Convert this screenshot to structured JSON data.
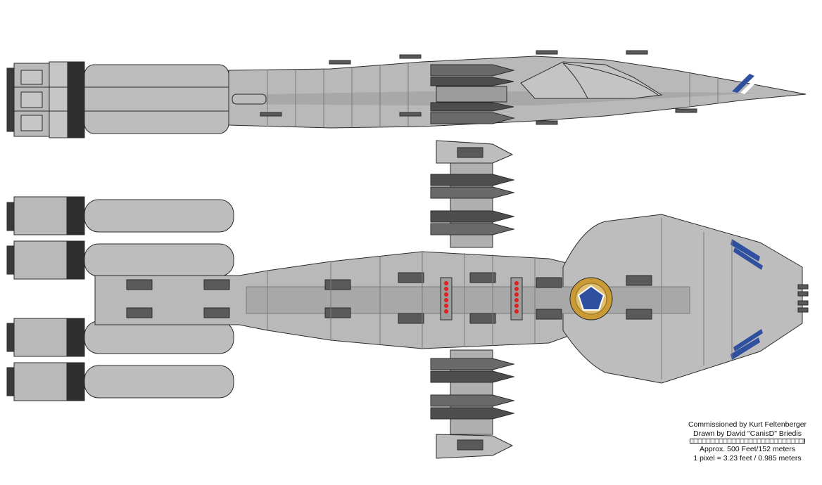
{
  "credits": {
    "commissioned": "Commissioned by Kurt Feltenberger",
    "drawn": "Drawn by David \"CanisD\" Briedis",
    "size": "Approx. 500 Feet/152 meters",
    "scale": "1 pixel = 3.23 feet / 0.985 meters"
  },
  "colors": {
    "hull": "#b9b9b9",
    "hull_dark": "#a6a6a6",
    "outline": "#2b2b2b",
    "engine_nozzle": "#3a3a3a",
    "missile": "#6a6a6a",
    "stripe_blue": "#2f4f9f",
    "emblem_gold": "#c99a36",
    "emblem_blue": "#2f4f9f",
    "light_red": "#e02020"
  }
}
